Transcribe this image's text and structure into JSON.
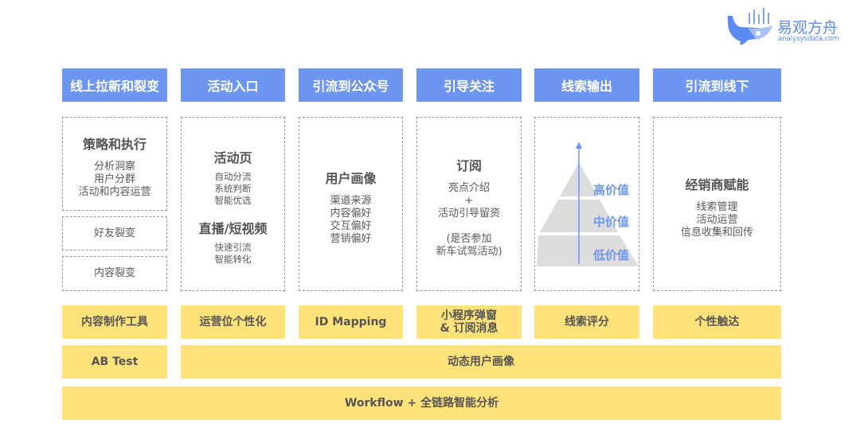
{
  "logo": {
    "name": "易观方舟",
    "url_text": "analysysdata.com"
  },
  "headers": [
    "线上拉新和裂变",
    "活动入口",
    "引流到公众号",
    "引导关注",
    "线索输出",
    "引流到线下"
  ],
  "col1": {
    "title": "策略和执行",
    "lines": [
      "分析洞察",
      "用户分群",
      "活动和内容运营"
    ],
    "box2": "好友裂变",
    "box3": "内容裂变"
  },
  "col2": {
    "title1": "活动页",
    "lines1": [
      "自动分流",
      "系统判断",
      "智能优选"
    ],
    "title2": "直播/短视频",
    "lines2": [
      "快速引流",
      "智能转化"
    ]
  },
  "col3": {
    "title": "用户画像",
    "lines": [
      "渠道来源",
      "内容偏好",
      "交互偏好",
      "营销偏好"
    ]
  },
  "col4": {
    "title": "订阅",
    "lines": [
      "亮点介绍",
      "+",
      "活动引导留资"
    ],
    "note": [
      "(是否参加",
      "新车试驾活动)"
    ]
  },
  "col5": {
    "levels": [
      "高价值",
      "中价值",
      "低价值"
    ]
  },
  "col6": {
    "title": "经销商赋能",
    "lines": [
      "线索管理",
      "活动运营",
      "信息收集和回传"
    ]
  },
  "tools": [
    "内容制作工具",
    "运营位个性化",
    "ID Mapping",
    "小程序弹窗\n& 订阅消息",
    "线索评分",
    "个性触达"
  ],
  "tool4_lines": [
    "小程序弹窗",
    "& 订阅消息"
  ],
  "ab_test": "AB Test",
  "profile": "动态用户画像",
  "workflow": "Workflow + 全链路智能分析",
  "colors": {
    "header": "#6d95f2",
    "yellow": "#ffe37a"
  }
}
